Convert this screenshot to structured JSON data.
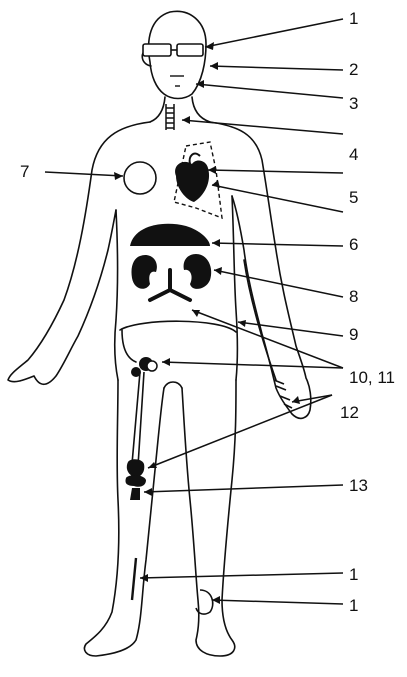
{
  "labels": {
    "l1_glasses": "1",
    "l2_chin": "2",
    "l3_neck": "3",
    "l4_trachea": "4",
    "l5_heart": "5",
    "l6_liver": "6",
    "l7_circle": "7",
    "l8_kidney": "8",
    "l9_ureters": "9",
    "l10_11_hip": "10, 11",
    "l12_joints": "12",
    "l13_knee": "13",
    "l1_shin": "1",
    "l1_ankle": "1"
  },
  "colors": {
    "ink": "#111111",
    "paper": "#ffffff"
  }
}
